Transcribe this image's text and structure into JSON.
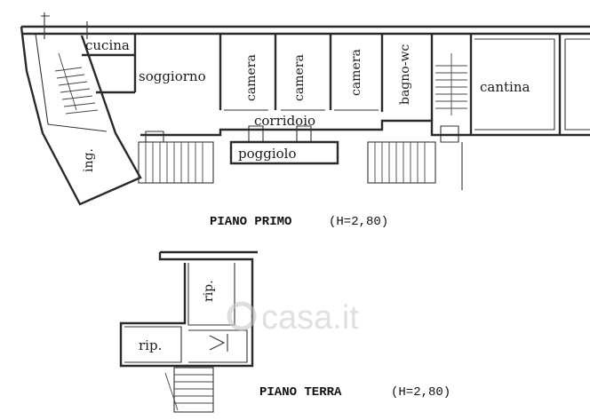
{
  "floors": [
    {
      "name": "PIANO PRIMO",
      "height": "(H=2,80)",
      "rooms": [
        "cucina",
        "soggiorno",
        "camera",
        "camera",
        "camera",
        "bagno-wc",
        "corridoio",
        "poggiolo",
        "ing.",
        "cantina"
      ]
    },
    {
      "name": "PIANO TERRA",
      "height": "(H=2,80)",
      "rooms": [
        "rip.",
        "rip."
      ]
    }
  ],
  "watermark": "casa.it"
}
